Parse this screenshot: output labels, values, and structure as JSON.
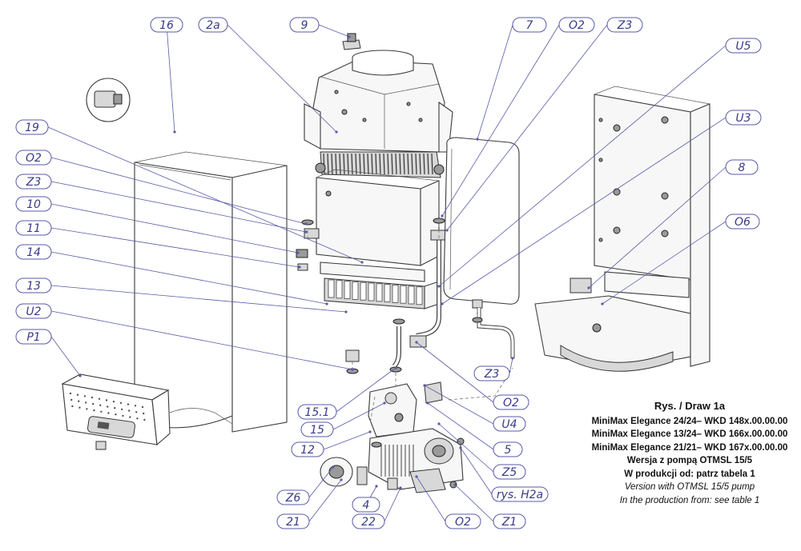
{
  "callouts": [
    {
      "id": "16"
    },
    {
      "id": "2a"
    },
    {
      "id": "9"
    },
    {
      "id": "7"
    },
    {
      "id": "O2"
    },
    {
      "id": "Z3"
    },
    {
      "id": "U5"
    },
    {
      "id": "U3"
    },
    {
      "id": "8"
    },
    {
      "id": "O6"
    },
    {
      "id": "19"
    },
    {
      "id": "O2"
    },
    {
      "id": "Z3"
    },
    {
      "id": "10"
    },
    {
      "id": "11"
    },
    {
      "id": "14"
    },
    {
      "id": "13"
    },
    {
      "id": "U2"
    },
    {
      "id": "P1"
    },
    {
      "id": "15.1"
    },
    {
      "id": "15"
    },
    {
      "id": "12"
    },
    {
      "id": "Z6"
    },
    {
      "id": "21"
    },
    {
      "id": "4"
    },
    {
      "id": "22"
    },
    {
      "id": "O2"
    },
    {
      "id": "Z1"
    },
    {
      "id": "rys. H2a"
    },
    {
      "id": "Z5"
    },
    {
      "id": "5"
    },
    {
      "id": "U4"
    },
    {
      "id": "O2"
    },
    {
      "id": "Z3"
    }
  ],
  "caption": {
    "title": "Rys. / Draw 1a",
    "models": [
      "MiniMax Elegance 24/24– WKD 148x.00.00.00",
      "MiniMax Elegance 13/24– WKD 166x.00.00.00",
      "MiniMax Elegance 21/21– WKD 167x.00.00.00"
    ],
    "pump_pl": "Wersja z pompą OTMSL 15/5",
    "production_pl": "W produkcji od:  patrz tabela 1",
    "pump_en": "Version with OTMSL 15/5 pump",
    "production_en": "In the production from: see table 1"
  },
  "colors": {
    "ink": "#3a3a3a",
    "callout": "#3a3a8a",
    "leader": "#5a5aa8",
    "part_fill": "#f7f7f7"
  }
}
